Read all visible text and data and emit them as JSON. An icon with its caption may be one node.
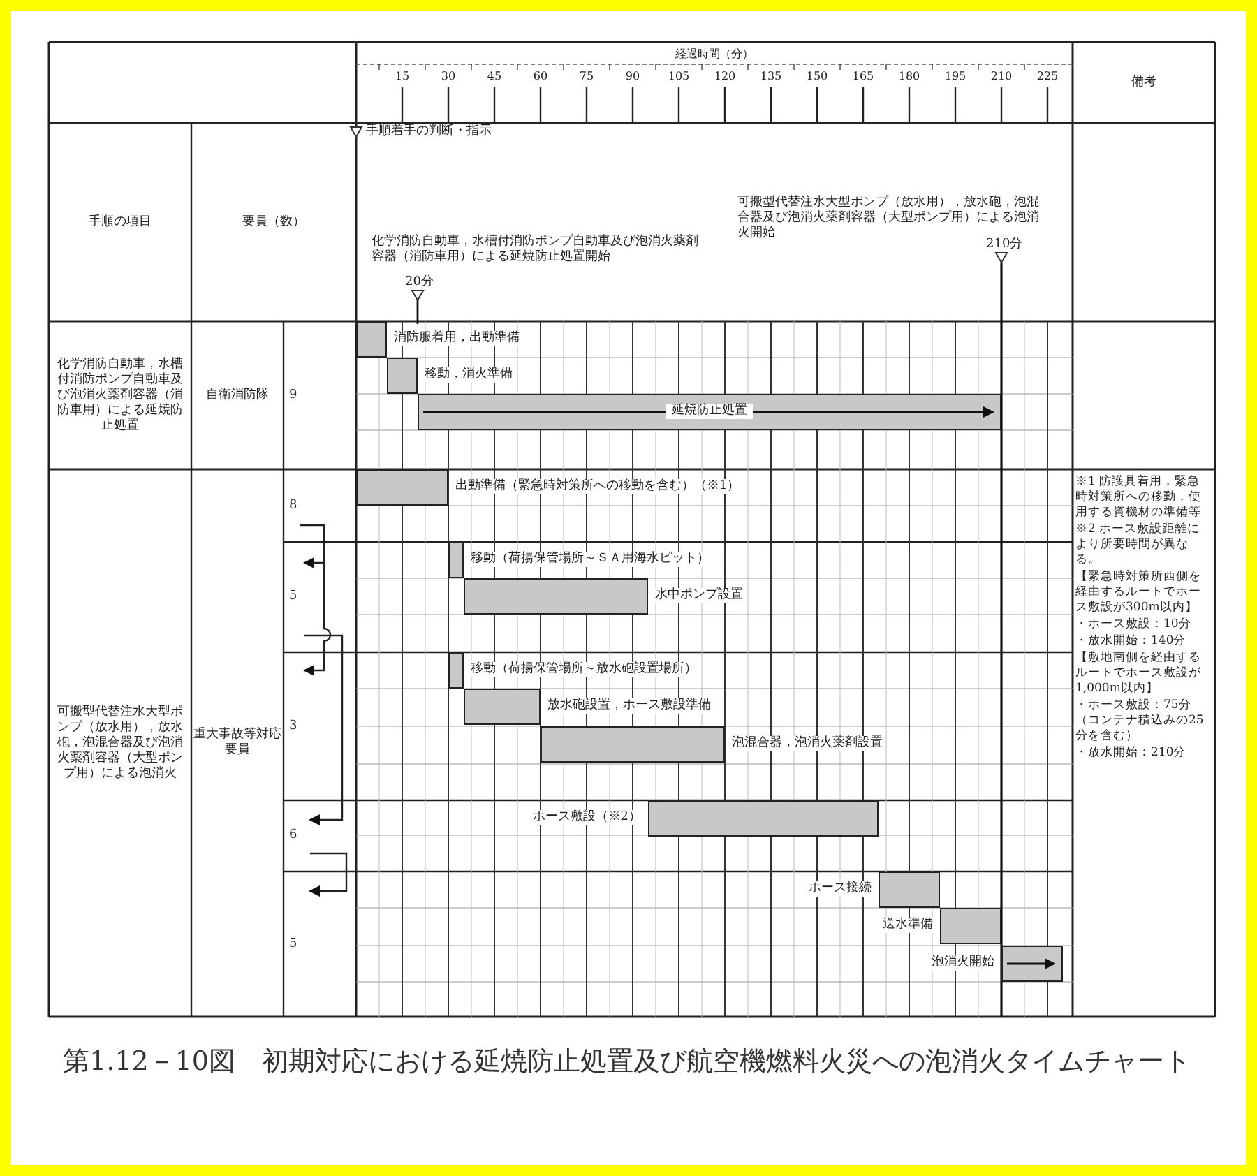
{
  "diagram": {
    "caption": "第1.12－10図　初期対応における延焼防止処置及び航空機燃料火災への泡消火タイムチャート",
    "nodes": [
      {
        "text": [],
        "shape": "bar",
        "beside": [
          "消防服着用，出動準備"
        ]
      },
      {
        "text": [],
        "shape": "bar",
        "beside": [
          "移動，消火準備"
        ]
      },
      {
        "text": [
          "延焼防止処置"
        ]
      },
      {
        "text": [],
        "shape": "bar",
        "beside": [
          "出動準備（緊急時対策所への移動を含む）（※1）"
        ]
      },
      {
        "text": [],
        "shape": "bar",
        "beside": [
          "移動（荷揚保管場所～ＳＡ用海水ピット）"
        ]
      },
      {
        "text": [],
        "shape": "bar",
        "beside": [
          "水中ポンプ設置"
        ]
      },
      {
        "text": [],
        "shape": "bar",
        "beside": [
          "移動（荷揚保管場所～放水砲設置場所）"
        ]
      },
      {
        "text": [],
        "shape": "bar",
        "beside": [
          "放水砲設置，ホース敷設準備"
        ]
      },
      {
        "text": [],
        "shape": "bar",
        "beside": [
          "泡混合器，泡消火薬剤設置"
        ]
      },
      {
        "text": [],
        "shape": "bar",
        "beside": [
          "ホース敷設（※2）"
        ]
      },
      {
        "text": [],
        "shape": "bar",
        "beside": [
          "ホース接続"
        ]
      },
      {
        "text": [],
        "shape": "bar",
        "beside": [
          "送水準備"
        ]
      },
      {
        "text": [],
        "shape": "bar",
        "beside": [
          "泡消火開始"
        ]
      }
    ],
    "labels": [
      "手順の項目",
      "要員（数）",
      "経過時間（分）",
      "15",
      "30",
      "45",
      "60",
      "75",
      "90",
      "105",
      "120",
      "135",
      "150",
      "165",
      "180",
      "195",
      "210",
      "225",
      "備考",
      "手順着手の判断・指示",
      "可搬型代替注水大型ポンプ（放水用），放水砲，泡混合器及び泡消火薬剤容器（大型ポンプ用）による泡消火開始",
      "210分",
      "化学消防自動車，水槽付消防ポンプ自動車及び泡消火薬剤容器（消防車用）による延焼防止処置開始",
      "20分",
      "化学消防自動車，水槽付消防ポンプ自動車及び泡消火薬剤容器（消防車用）による延焼防止処置",
      "自衛消防隊",
      "9",
      "可搬型代替注水大型ポンプ（放水用），放水砲，泡混合器及び泡消火薬剤容器（大型ポンプ用）による泡消火",
      "重大事故等対応要員",
      "8",
      "5",
      "3",
      "6",
      "5",
      "※1 防護具着用，緊急時対策所への移動，使用する資機材の準備等",
      "※2 ホース敷設距離により所要時間が異なる。",
      "【緊急時対策所西側を経由するルートでホース敷設が300m以内】",
      "・ホース敷設：10分",
      "・放水開始：140分",
      "【敷地南側を経由するルートでホース敷設が1,000m以内】",
      "・ホース敷設：75分（コンテナ積込みの25分を含む）",
      "・放水開始：210分"
    ]
  }
}
